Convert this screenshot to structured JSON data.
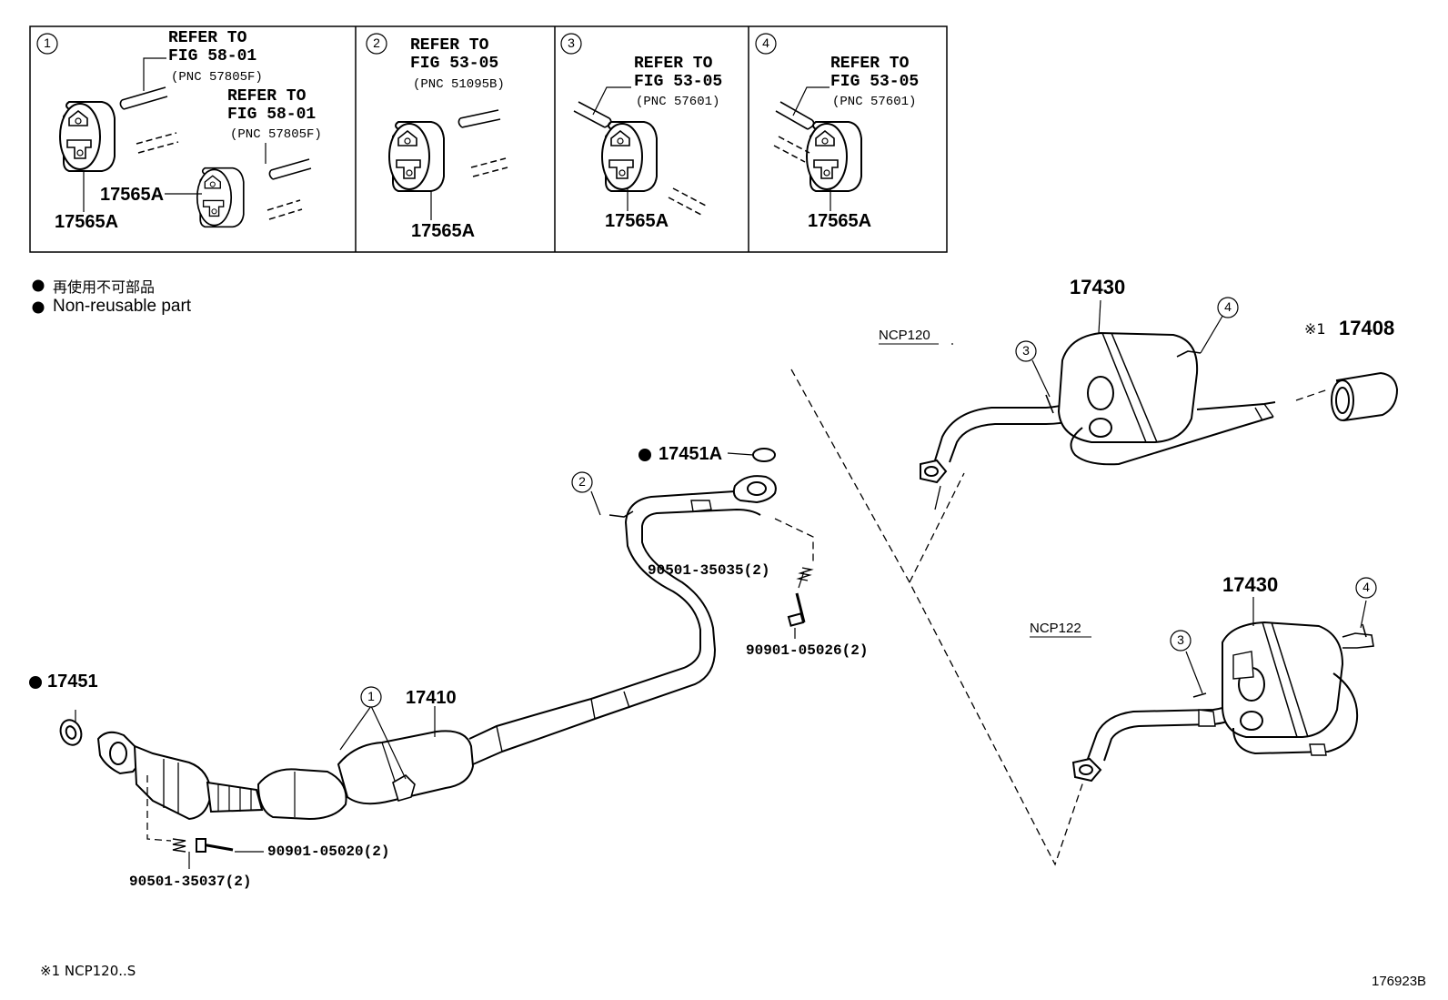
{
  "figure_id": "176923B",
  "legend": {
    "jp": "再使用不可部品",
    "en": "Non-reusable part"
  },
  "footnote": "※1 NCP120..S",
  "panels": [
    {
      "num": "1",
      "refs": [
        {
          "l1": "REFER TO",
          "l2": "FIG 58-01",
          "pnc": "(PNC 57805F)"
        },
        {
          "l1": "REFER TO",
          "l2": "FIG 58-01",
          "pnc": "(PNC 57805F)"
        }
      ],
      "parts": [
        "17565A",
        "17565A"
      ]
    },
    {
      "num": "2",
      "refs": [
        {
          "l1": "REFER TO",
          "l2": "FIG 53-05",
          "pnc": "(PNC 51095B)"
        }
      ],
      "parts": [
        "17565A"
      ]
    },
    {
      "num": "3",
      "refs": [
        {
          "l1": "REFER TO",
          "l2": "FIG 53-05",
          "pnc": "(PNC 57601)"
        }
      ],
      "parts": [
        "17565A"
      ]
    },
    {
      "num": "4",
      "refs": [
        {
          "l1": "REFER TO",
          "l2": "FIG 53-05",
          "pnc": "(PNC 57601)"
        }
      ],
      "parts": [
        "17565A"
      ]
    }
  ],
  "main": {
    "p17451": "17451",
    "p17451A": "17451A",
    "p17410": "17410",
    "bolt1": "90901-05020(2)",
    "spring1": "90501-35037(2)",
    "spring2": "90501-35035(2)",
    "bolt2": "90901-05026(2)",
    "callout1": "1",
    "callout2": "2"
  },
  "ncp120": {
    "model": "NCP120",
    "muffler": "17430",
    "tip_prefix": "※1",
    "tip": "17408",
    "callout3": "3",
    "callout4": "4"
  },
  "ncp122": {
    "model": "NCP122",
    "muffler": "17430",
    "callout3": "3",
    "callout4": "4"
  }
}
